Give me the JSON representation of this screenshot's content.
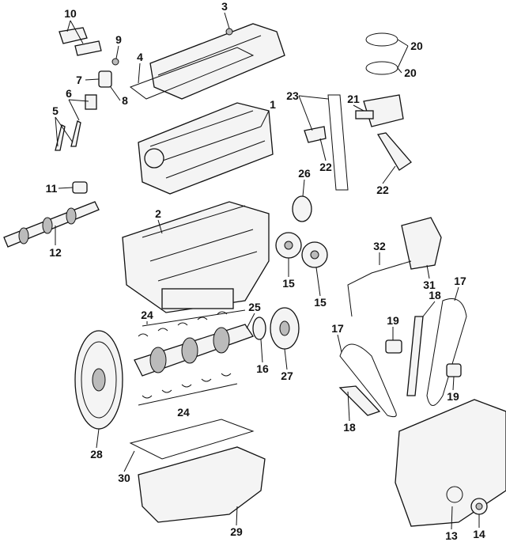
{
  "diagram": {
    "type": "exploded engine parts diagram",
    "callouts": [
      "10",
      "3",
      "9",
      "4",
      "7",
      "8",
      "6",
      "5",
      "1",
      "20",
      "20",
      "23",
      "21",
      "22",
      "22",
      "26",
      "11",
      "12",
      "2",
      "15",
      "15",
      "32",
      "31",
      "17",
      "18",
      "24",
      "25",
      "19",
      "16",
      "27",
      "17",
      "19",
      "28",
      "24",
      "18",
      "30",
      "29",
      "13",
      "14"
    ]
  }
}
